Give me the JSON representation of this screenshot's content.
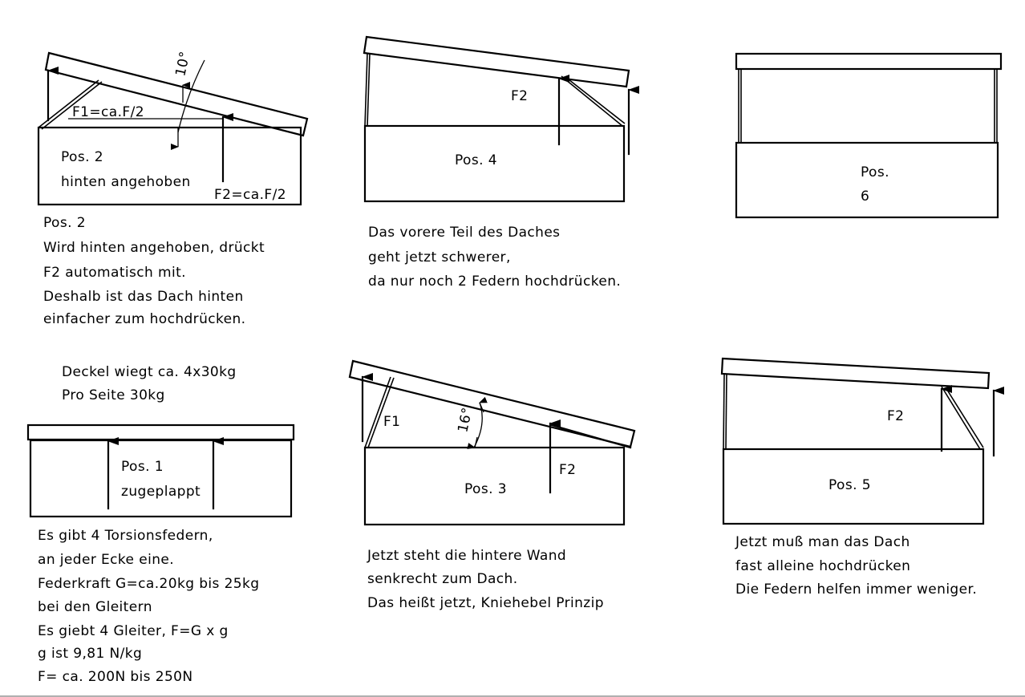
{
  "panels": {
    "pos1": {
      "header_lines": [
        "Deckel wiegt ca. 4x30kg",
        "Pro Seite 30kg"
      ],
      "label_lines": [
        "Pos. 1",
        "zugeplappt"
      ],
      "caption_lines": [
        "Es gibt 4 Torsionsfedern,",
        "an jeder Ecke eine.",
        "Federkraft G=ca.20kg bis 25kg",
        "bei den Gleitern",
        "Es giebt 4 Gleiter, F=G x g",
        "g ist 9,81 N/kg",
        "F= ca. 200N bis 250N"
      ]
    },
    "pos2": {
      "angle_label": "10°",
      "f1_label": "F1=ca.F/2",
      "f2_label": "F2=ca.F/2",
      "label_lines": [
        "Pos. 2",
        "hinten angehoben"
      ],
      "caption_lines": [
        "Pos. 2",
        "Wird hinten angehoben, drückt",
        "F2 automatisch mit.",
        "Deshalb ist das Dach hinten",
        "einfacher zum hochdrücken."
      ]
    },
    "pos3": {
      "angle_label": "16°",
      "f1_label": "F1",
      "f2_label": "F2",
      "label": "Pos. 3",
      "caption_lines": [
        "Jetzt steht die hintere Wand",
        "senkrecht zum Dach.",
        "Das heißt jetzt, Kniehebel Prinzip"
      ]
    },
    "pos4": {
      "f2_label": "F2",
      "label": "Pos. 4",
      "caption_lines": [
        "Das vorere Teil des Daches",
        "geht jetzt schwerer,",
        "da nur noch 2 Federn hochdrücken."
      ]
    },
    "pos5": {
      "f2_label": "F2",
      "label": "Pos. 5",
      "caption_lines": [
        "Jetzt muß man das Dach",
        "fast alleine hochdrücken",
        "Die Federn helfen immer weniger."
      ]
    },
    "pos6": {
      "label_lines": [
        "Pos.",
        "6"
      ]
    }
  }
}
